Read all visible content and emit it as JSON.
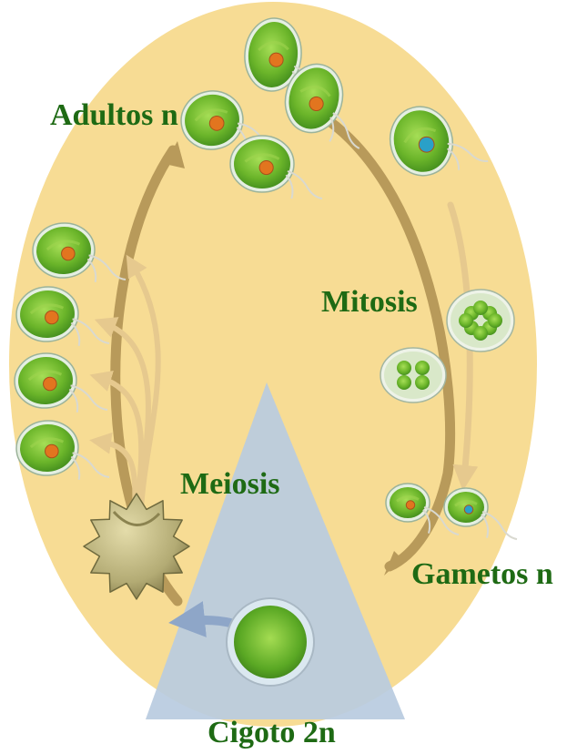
{
  "labels": {
    "adultos": "Adultos n",
    "mitosis": "Mitosis",
    "meiosis": "Meiosis",
    "gametos": "Gametos n",
    "cigoto": "Cigoto 2n"
  },
  "colors": {
    "background_ellipse": "#f7dc94",
    "diploid_wedge": "#b9cbe0",
    "cycle_arrow": "#b89a5a",
    "label_text": "#1e6a14",
    "cell_green": "#6bb52a",
    "nucleus_orange": "#e2751f",
    "nucleus_blue": "#2aa0c8",
    "spore_wall": "#b3ab74"
  }
}
